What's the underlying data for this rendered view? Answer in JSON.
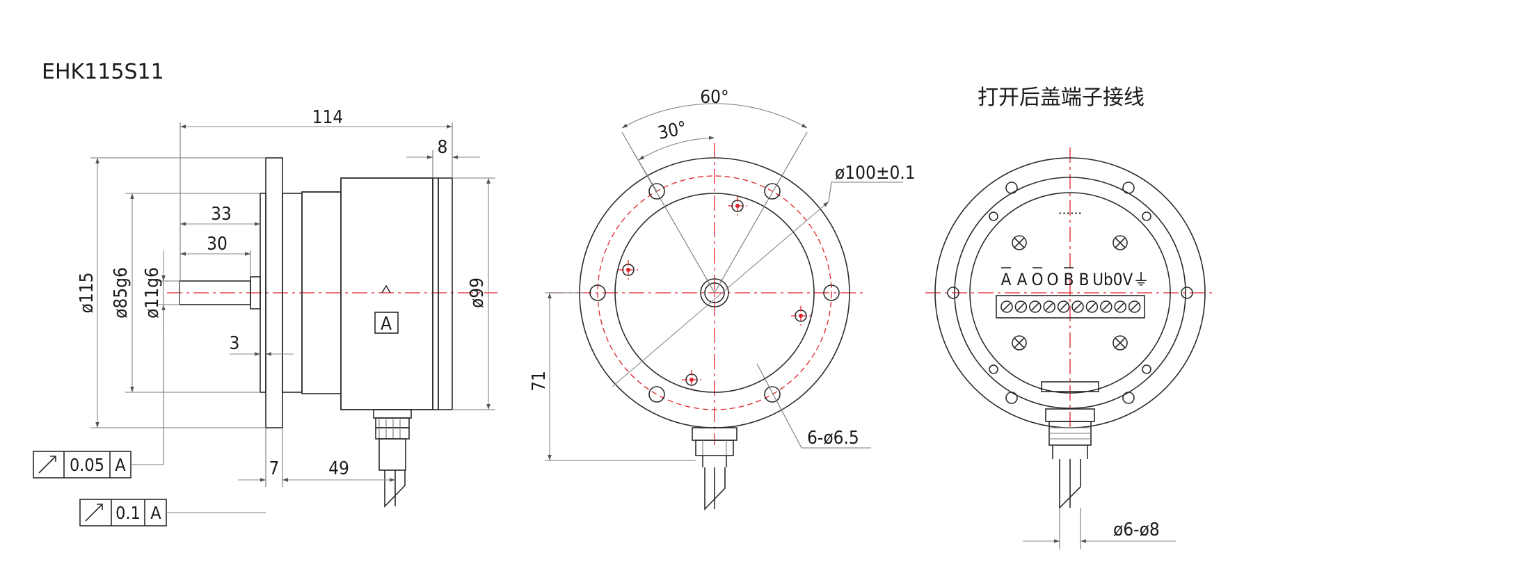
{
  "model": "EHK115S11",
  "rear_title": "打开后盖端子接线",
  "dims": {
    "total_len": "114",
    "len_8": "8",
    "len_33": "33",
    "len_30": "30",
    "len_3": "3",
    "len_7": "7",
    "len_49": "49",
    "dia_115": "ø115",
    "dia_85": "ø85g6",
    "dia_11": "ø11g6",
    "dia_99": "ø99",
    "datum": "A",
    "angle_60": "60°",
    "angle_30": "30°",
    "pcd": "ø100±0.1",
    "holes": "6-ø6.5",
    "height_71": "71",
    "cable": "ø6-ø8"
  },
  "tolerances": [
    {
      "value": "0.05",
      "datum": "A"
    },
    {
      "value": "0.1",
      "datum": "A"
    }
  ],
  "terminals": {
    "labels": [
      "A",
      "A",
      "O",
      "O",
      "B",
      "B",
      "Ub",
      "0V",
      "⏚"
    ],
    "overlined": [
      true,
      false,
      true,
      false,
      true,
      false,
      false,
      false,
      false
    ],
    "dots": "......",
    "count": 10
  }
}
